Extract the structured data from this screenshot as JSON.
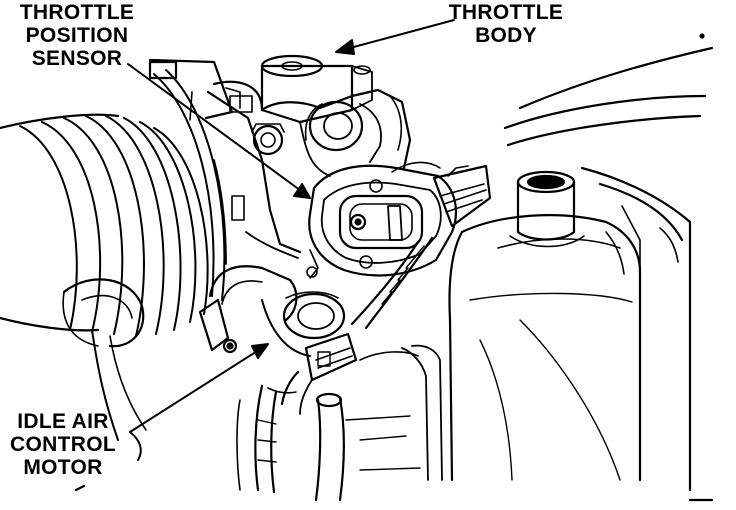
{
  "labels": {
    "throttle_position_sensor": [
      "THROTTLE",
      "POSITION",
      "SENSOR"
    ],
    "throttle_body": [
      "THROTTLE",
      "BODY"
    ],
    "idle_air_control_motor": [
      "IDLE AIR",
      "CONTROL",
      "MOTOR"
    ]
  },
  "colors": {
    "ink": "#000000",
    "paper": "#ffffff"
  }
}
